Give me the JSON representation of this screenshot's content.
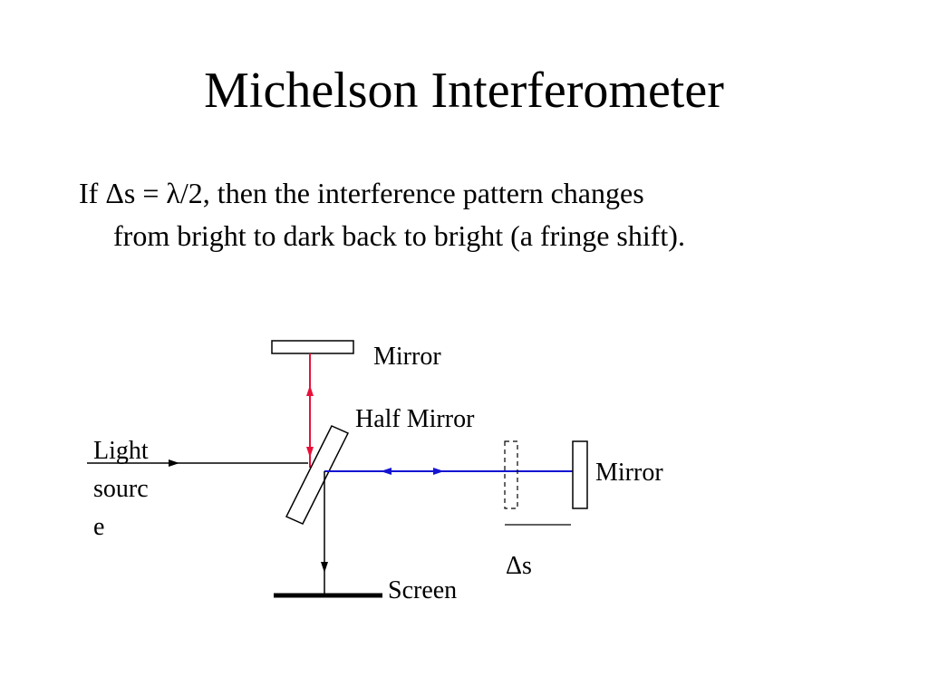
{
  "slide": {
    "title": "Michelson Interferometer",
    "body": {
      "line1": "If Δs = λ/2, then the interference pattern changes",
      "line2": "from bright to dark back to bright (a fringe shift)."
    }
  },
  "diagram": {
    "labels": {
      "mirror_top": "Mirror",
      "half_mirror": "Half Mirror",
      "mirror_right": "Mirror",
      "light_source_1": "Light",
      "light_source_2": "sourc",
      "light_source_3": "e",
      "screen": "Screen",
      "delta_s": "Δs"
    },
    "colors": {
      "vertical_beam": "#e8103a",
      "horizontal_beam": "#1414d2",
      "lines": "#000000"
    }
  }
}
